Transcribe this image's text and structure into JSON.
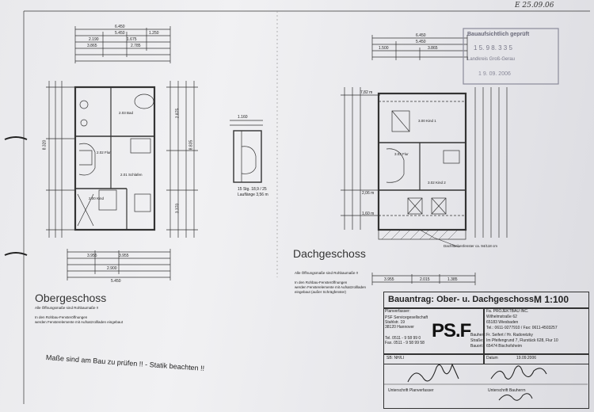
{
  "corner_note": "E 25.09.06",
  "stamp": {
    "line1": "Bauaufsichtlich geprüft",
    "line2": "1 5. 9 8. 3 3 5",
    "line3": "Landkreis Groß-Gerau",
    "line4": "1 9. 09. 2006"
  },
  "left_plan": {
    "title": "Obergeschoss",
    "note_lines": [
      "Alle Öffnungsmaße sind Rohbaumaße !!",
      "In den Rohbau-Fensteröffnungen",
      "werden Fensterelemente mit Aufsatzrollladen eingebaut"
    ],
    "rooms": [
      {
        "label": "2.03 Bad"
      },
      {
        "label": "2.02 Flur"
      },
      {
        "label": "2.01 Schlafen"
      },
      {
        "label": "2.00 Kind"
      }
    ],
    "dims_top": [
      "6.450",
      "5.450",
      "3.865",
      "2.785",
      "2.190",
      "1.675",
      "1.250"
    ],
    "dims_bottom": [
      "3.955",
      "3.955",
      "2.900",
      "5.450"
    ],
    "dims_side": [
      "8.320",
      "8.835",
      "2.875",
      "3.370"
    ]
  },
  "stair": {
    "label1": "15 Stg. 18,9 / 25",
    "label2": "Lauflänge 3,56 m",
    "dim": "1.160"
  },
  "right_plan": {
    "title": "Dachgeschoss",
    "note_lines": [
      "Alle Öffnungsmaße sind Rohbaumaße !!",
      "In den Rohbau-Fensteröffnungen",
      "werden Fensterelemente mit Aufsatzrollladen",
      "eingebaut (außer Schrägfenster)"
    ],
    "rooms": [
      {
        "label": "3.00 Kind 1"
      },
      {
        "label": "3.03 Flur"
      },
      {
        "label": "3.02 Kind 2"
      }
    ],
    "callout": "Dachflächenfenster ca. 94/118 cm",
    "levels": [
      "7,82 m",
      "2,06 m",
      "1,60 m"
    ],
    "dims_top": [
      "6.450",
      "5.450",
      "3.865",
      "1.500"
    ],
    "dims_bottom": [
      "3.955",
      "2.015",
      "1.385"
    ]
  },
  "title_block": {
    "title": "Bauantrag: Ober- u. Dachgeschoss",
    "scale": "M 1:100",
    "planverfasser_label": "Planverfasser:",
    "planverfasser_lines": [
      "PSF Servicegesellschaft",
      "Stahlstr. 19",
      "38120 Hannover"
    ],
    "phone_lines": [
      "Tel. 0511 - 9 58 99 0",
      "Fax. 0511 - 9 58 99 58"
    ],
    "logo_text": "PS.F",
    "firm_lines": [
      "Fa. PROJEKTBAU INC.",
      "Wilhelmstraße 62",
      "65183 Wiesbaden",
      "Tel.: 0611-9277910 / Fax: 0611-4503257"
    ],
    "bauherr_label": "Bauherr:",
    "bauherr_value": "Fr. Seifert / Hr. Radoretzky",
    "strasse_label": "Straße:",
    "strasse_value": "Im Pfeifengrund 7, Flurstück 628, Flur 10",
    "ort_label": "Bauort:",
    "ort_value": "65474 Bischofsheim",
    "sb_label": "SB: NH/LI",
    "datum_label": "Datum",
    "datum_value": "19.09.2006",
    "sig_left_label": "Unterschrift Planverfasser",
    "sig_right_label": "Unterschrift Bauherrn"
  },
  "hand_note": "Maße sind am Bau zu prüfen !! - Statik beachten !!"
}
